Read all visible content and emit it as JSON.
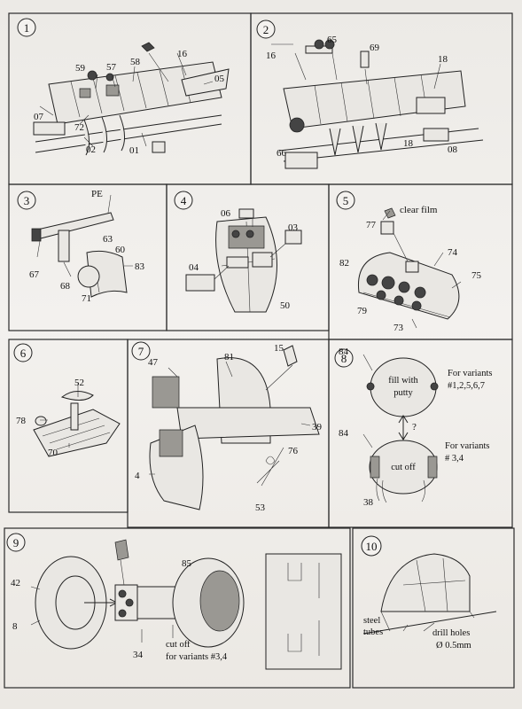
{
  "panels": [
    {
      "number": "1",
      "labels": [
        "16",
        "59",
        "57",
        "58",
        "05",
        "07",
        "72",
        "02",
        "01"
      ]
    },
    {
      "number": "2",
      "labels": [
        "16",
        "65",
        "69",
        "18",
        "18",
        "08",
        "66"
      ]
    },
    {
      "number": "3",
      "labels": [
        "PE",
        "63",
        "60",
        "67",
        "68",
        "71",
        "83"
      ]
    },
    {
      "number": "4",
      "labels": [
        "06",
        "03",
        "04",
        "50"
      ]
    },
    {
      "number": "5",
      "labels": [
        "clear film",
        "77",
        "74",
        "82",
        "75",
        "79",
        "73"
      ]
    },
    {
      "number": "6",
      "labels": [
        "52",
        "78",
        "70"
      ]
    },
    {
      "number": "7",
      "labels": [
        "15",
        "47",
        "81",
        "39",
        "76",
        "4",
        "53"
      ]
    },
    {
      "number": "8",
      "labels": [
        "84",
        "fill with",
        "putty",
        "84",
        "cut off",
        "38",
        "?"
      ]
    },
    {
      "number": "9",
      "labels": [
        "42",
        "85",
        "8",
        "34",
        "cut off",
        "for variants #3,4"
      ]
    },
    {
      "number": "10",
      "labels": [
        "steel",
        "tubes",
        "drill holes",
        "Ø 0.5mm"
      ]
    }
  ],
  "variant_notes": {
    "upper_line1": "For variants",
    "upper_line2": "#1,2,5,6,7",
    "lower_line1": "For variants",
    "lower_line2": "# 3,4"
  }
}
